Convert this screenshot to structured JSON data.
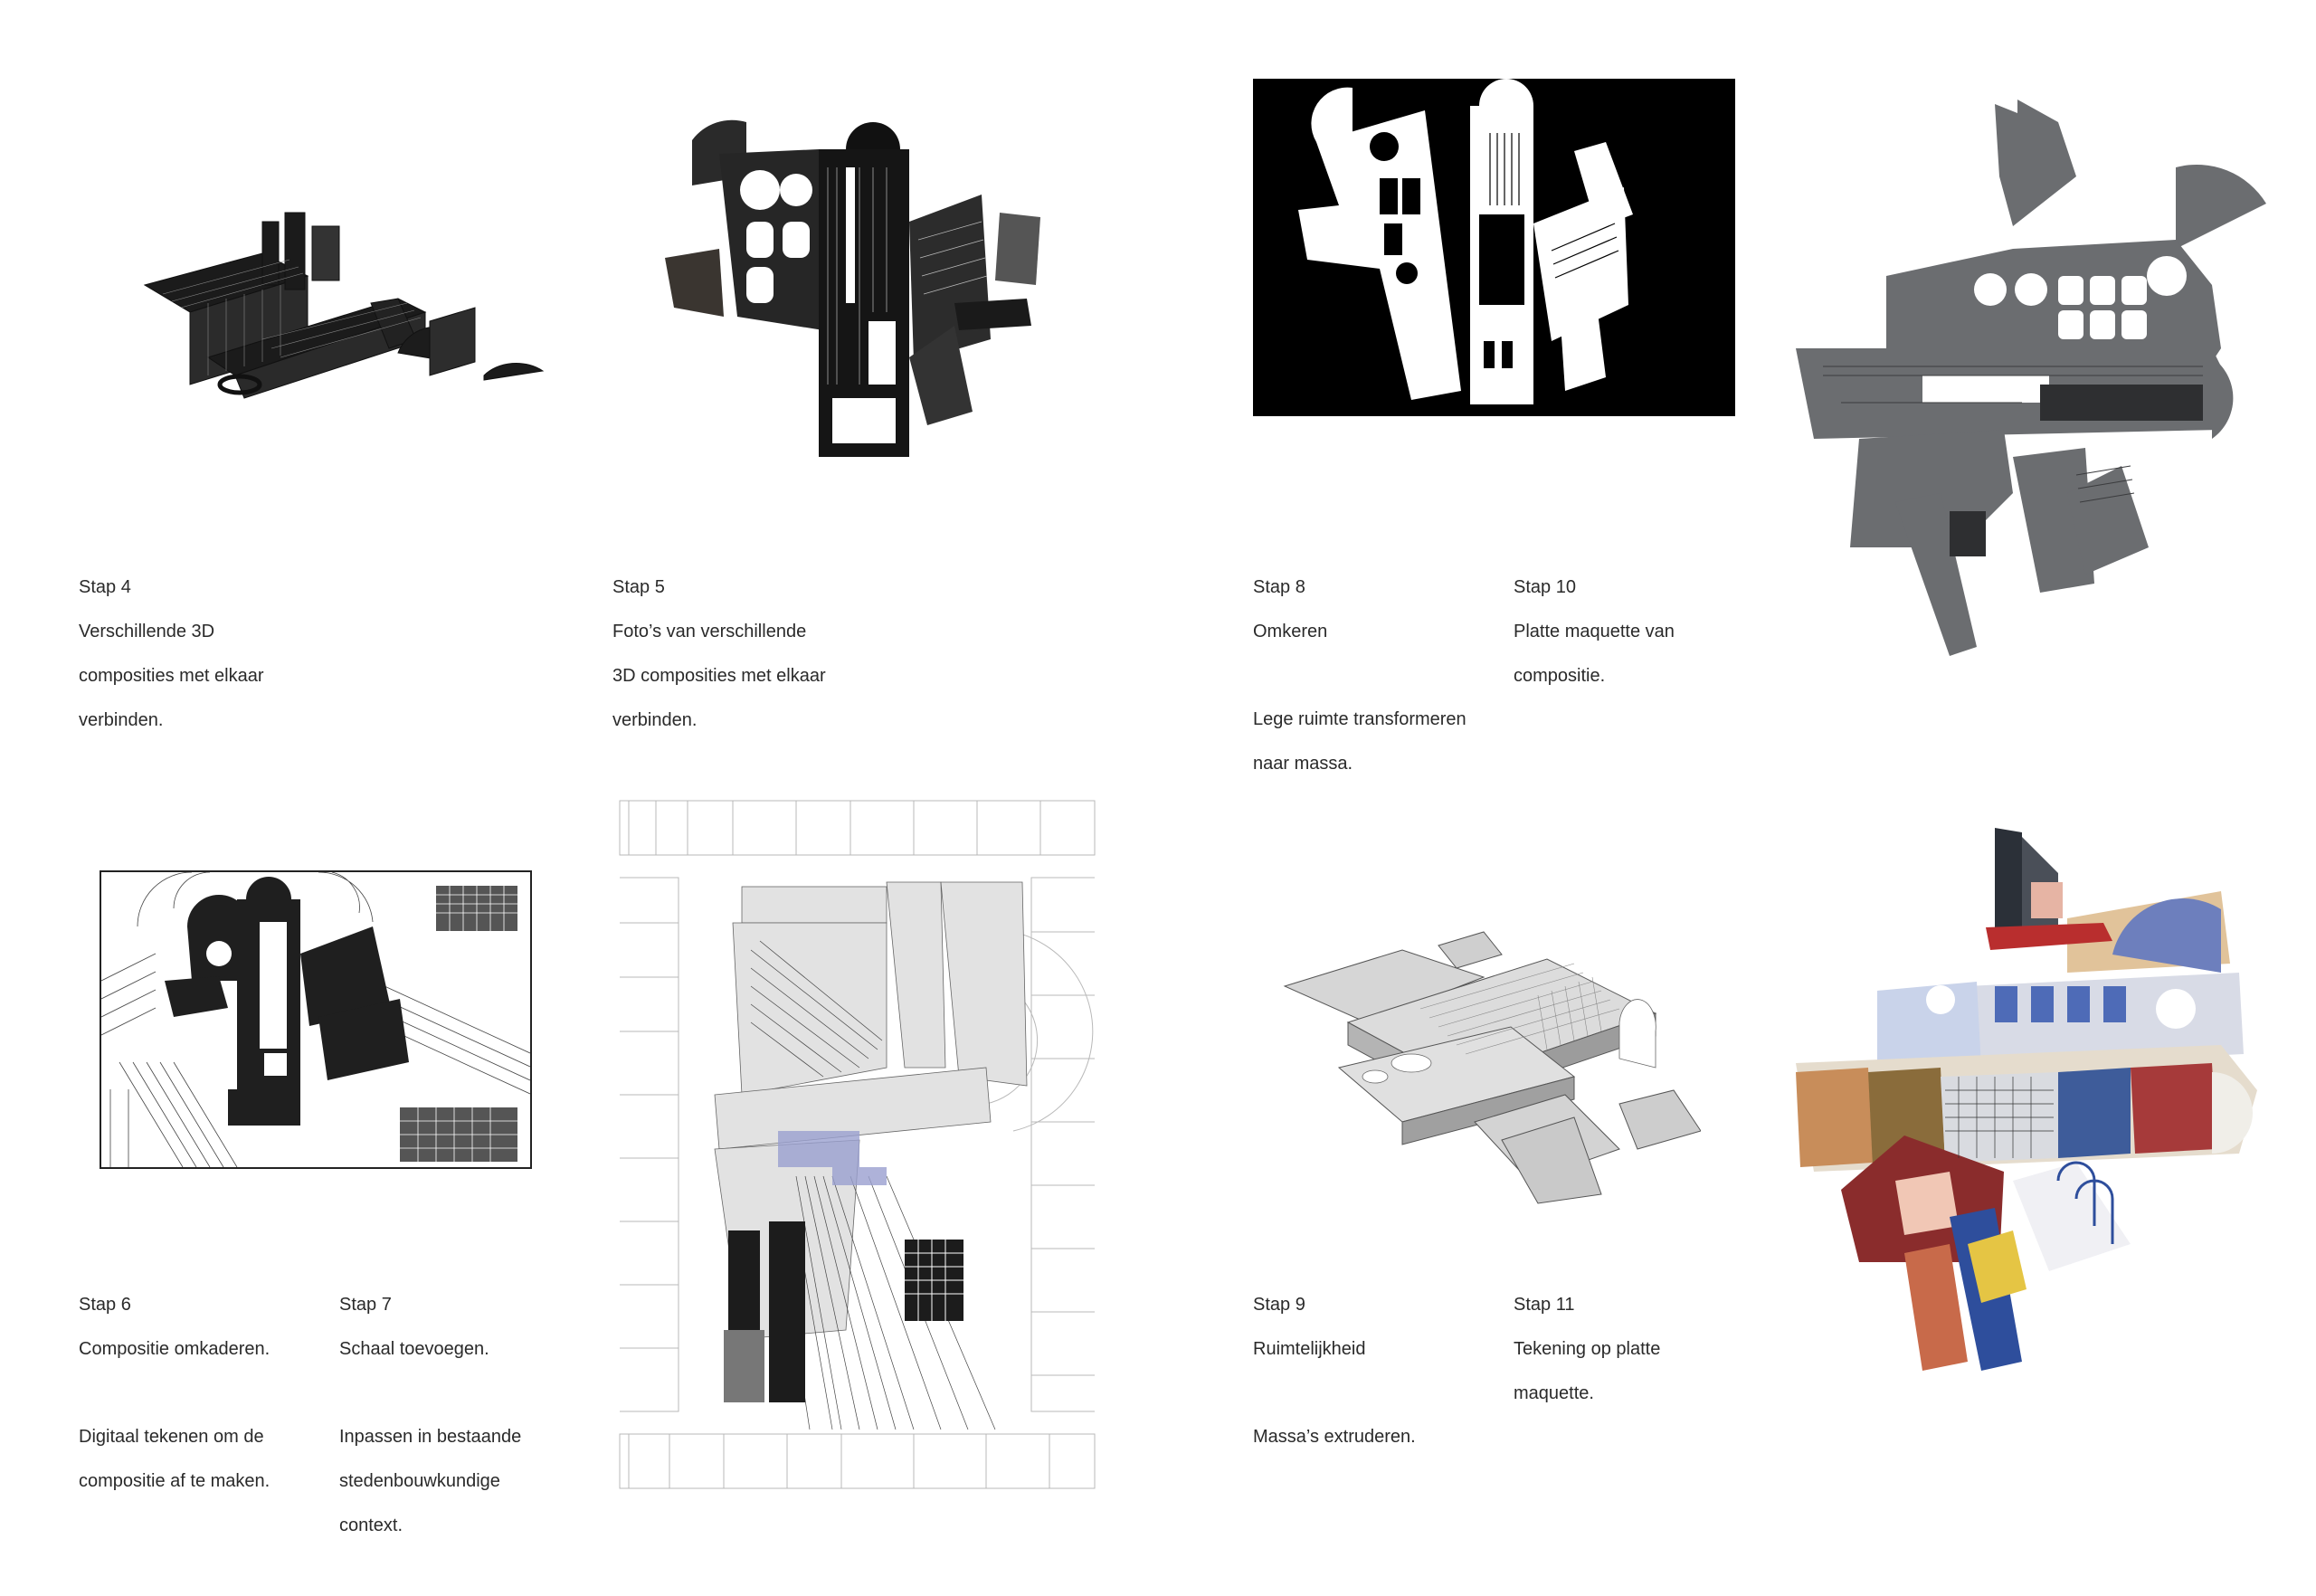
{
  "captions": {
    "stap4": {
      "title": "Stap 4",
      "lines": [
        "Verschillende 3D",
        "composities met elkaar",
        "verbinden."
      ],
      "extra": []
    },
    "stap5": {
      "title": "Stap 5",
      "lines": [
        "Foto’s van verschillende",
        "3D composities met elkaar",
        "verbinden."
      ],
      "extra": []
    },
    "stap8": {
      "title": "Stap 8",
      "lines": [
        "Omkeren"
      ],
      "extra": [
        "Lege ruimte transformeren",
        "naar massa."
      ]
    },
    "stap10": {
      "title": "Stap 10",
      "lines": [
        "Platte maquette van",
        "compositie."
      ],
      "extra": []
    },
    "stap6": {
      "title": "Stap 6",
      "lines": [
        "Compositie omkaderen."
      ],
      "extra": [
        "Digitaal tekenen om de",
        "compositie af te maken."
      ]
    },
    "stap7": {
      "title": "Stap 7",
      "lines": [
        "Schaal toevoegen."
      ],
      "extra": [
        "Inpassen in bestaande",
        "stedenbouwkundige",
        "context."
      ]
    },
    "stap9": {
      "title": "Stap 9",
      "lines": [
        "Ruimtelijkheid"
      ],
      "extra": [
        "Massa’s extruderen."
      ]
    },
    "stap11": {
      "title": "Stap 11",
      "lines": [
        "Tekening op platte",
        "maquette."
      ],
      "extra": []
    }
  },
  "figures": {
    "stap4_model": "3d-composition-render",
    "stap5_photo": "photo-collage",
    "stap8_inverted": "inverted-silhouette",
    "stap10_flat_model": "grey-flat-model-photo",
    "stap6_framed": "framed-digital-drawing",
    "stap7_site_plan": "urban-context-plan",
    "stap9_extrusion": "extruded-axonometric",
    "stap11_painted_model": "painted-flat-model"
  },
  "colors": {
    "ink": "#1a1a1a",
    "grey_model": "#6b6d70",
    "black_bg": "#000000"
  }
}
